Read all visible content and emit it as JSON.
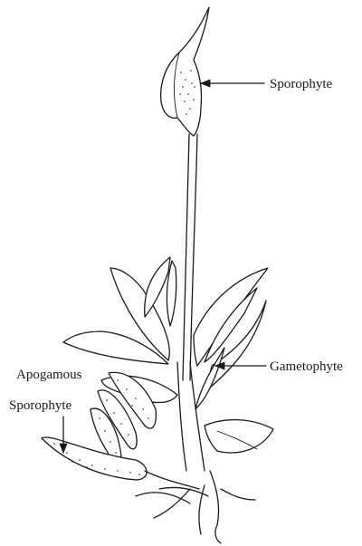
{
  "labels": {
    "sporophyte": "Sporophyte",
    "gametophyte": "Gametophyte",
    "apogamous_line1": "Apogamous",
    "apogamous_line2": "Sporophyte"
  },
  "colors": {
    "ink": "#1a1a1a",
    "background": "#ffffff"
  }
}
